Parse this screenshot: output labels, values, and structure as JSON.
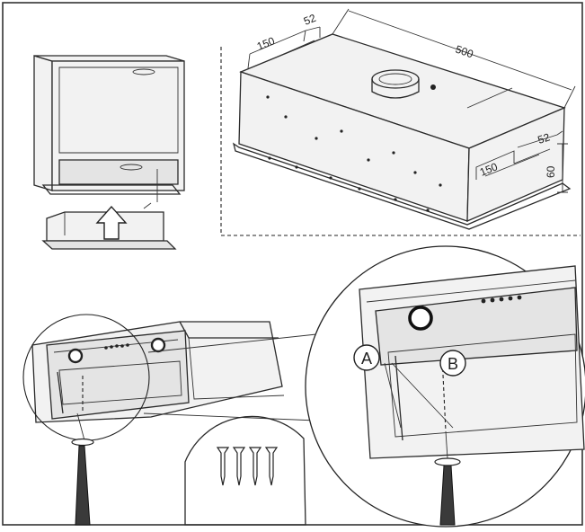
{
  "dimensions": {
    "length": "500",
    "width_left": "150",
    "offset_left": "52",
    "width_right": "150",
    "offset_right": "52",
    "height": "60"
  },
  "callouts": {
    "a": "A",
    "b": "B"
  },
  "icons": {
    "arrow": "up-arrow-icon",
    "tool": "screwdriver-icon",
    "fasteners": "screw-icon"
  },
  "colors": {
    "line": "#2a2a2a",
    "fill": "#f2f2f2",
    "background": "#ffffff"
  }
}
